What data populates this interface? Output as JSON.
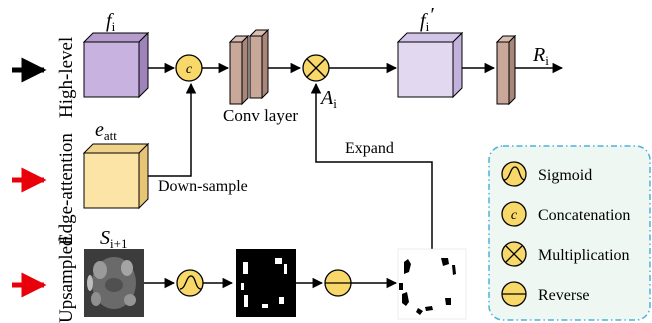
{
  "row_labels": {
    "high_level": "High-level",
    "edge_attention": "Edge-attention",
    "upsampled": "Upsampled"
  },
  "symbols": {
    "f_base": "f",
    "f_sub": "i",
    "fprime_sub": "i",
    "fprime_mark": "′",
    "e_base": "e",
    "e_sub": "att",
    "s_base": "S",
    "s_sub": "i+1",
    "a_base": "A",
    "a_sub": "i",
    "r_base": "R",
    "r_sub": "i",
    "concat_glyph": "c"
  },
  "labels": {
    "conv_layer": "Conv layer",
    "expand": "Expand",
    "down_sample": "Down-sample"
  },
  "legend": {
    "items": [
      {
        "icon": "sigmoid-icon",
        "label": "Sigmoid"
      },
      {
        "icon": "concatenation-icon",
        "label": "Concatenation"
      },
      {
        "icon": "multiplication-icon",
        "label": "Multiplication"
      },
      {
        "icon": "reverse-icon",
        "label": "Reverse"
      }
    ]
  },
  "colors": {
    "feature_purple": "#c8b3e0",
    "feature_light_purple": "#e2d8f0",
    "edge_yellow": "#fbe4a5",
    "conv_brown": "#c9a89a",
    "op_yellow": "#f9d86a",
    "legend_border": "#4bb4d8",
    "input_red": "#e8000b"
  }
}
